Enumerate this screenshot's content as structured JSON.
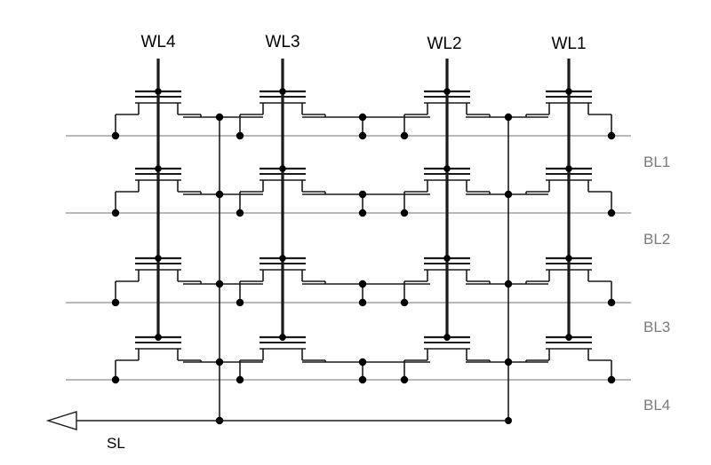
{
  "diagram": {
    "word_lines": [
      "WL4",
      "WL3",
      "WL2",
      "WL1"
    ],
    "bit_lines": [
      "BL1",
      "BL2",
      "BL3",
      "BL4"
    ],
    "source_line": "SL",
    "cell_rows": 4,
    "cell_columns": 4,
    "colors": {
      "background": "#ffffff",
      "bit_line": "#a0a0a0",
      "wire": "#1a1a1a",
      "node": "#000000",
      "bit_label": "#7a7a7a"
    }
  }
}
